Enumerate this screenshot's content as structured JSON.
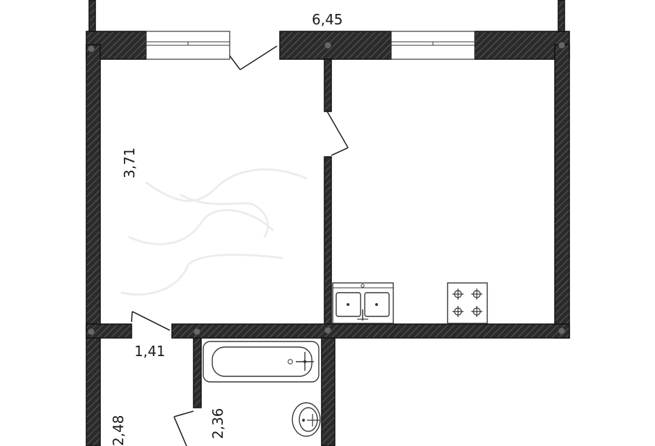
{
  "dimensions": {
    "top_width": "6,45",
    "left_room_length": "3,71",
    "corridor_width": "1,41",
    "bath_length": "2,36",
    "hall_length": "2,48"
  },
  "colors": {
    "wall": "#2b2b2b",
    "hatch": "#6f6f6f",
    "line": "#222222",
    "background": "#ffffff"
  },
  "icons": [
    "window-icon",
    "door-icon",
    "sink-icon",
    "stove-icon",
    "bathtub-icon",
    "washbasin-icon"
  ]
}
